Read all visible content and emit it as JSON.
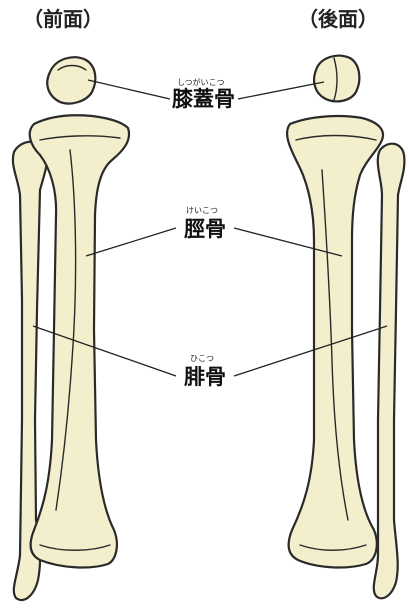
{
  "views": {
    "front": "（前面）",
    "back": "（後面）"
  },
  "labels": [
    {
      "id": "patella",
      "reading": "しつがいこつ",
      "name": "膝蓋骨"
    },
    {
      "id": "tibia",
      "reading": "けいこつ",
      "name": "脛骨"
    },
    {
      "id": "fibula",
      "reading": "ひこつ",
      "name": "腓骨"
    }
  ],
  "colors": {
    "bone_fill": "#f3efcd",
    "outline": "#2a2a2a",
    "background": "#ffffff"
  }
}
